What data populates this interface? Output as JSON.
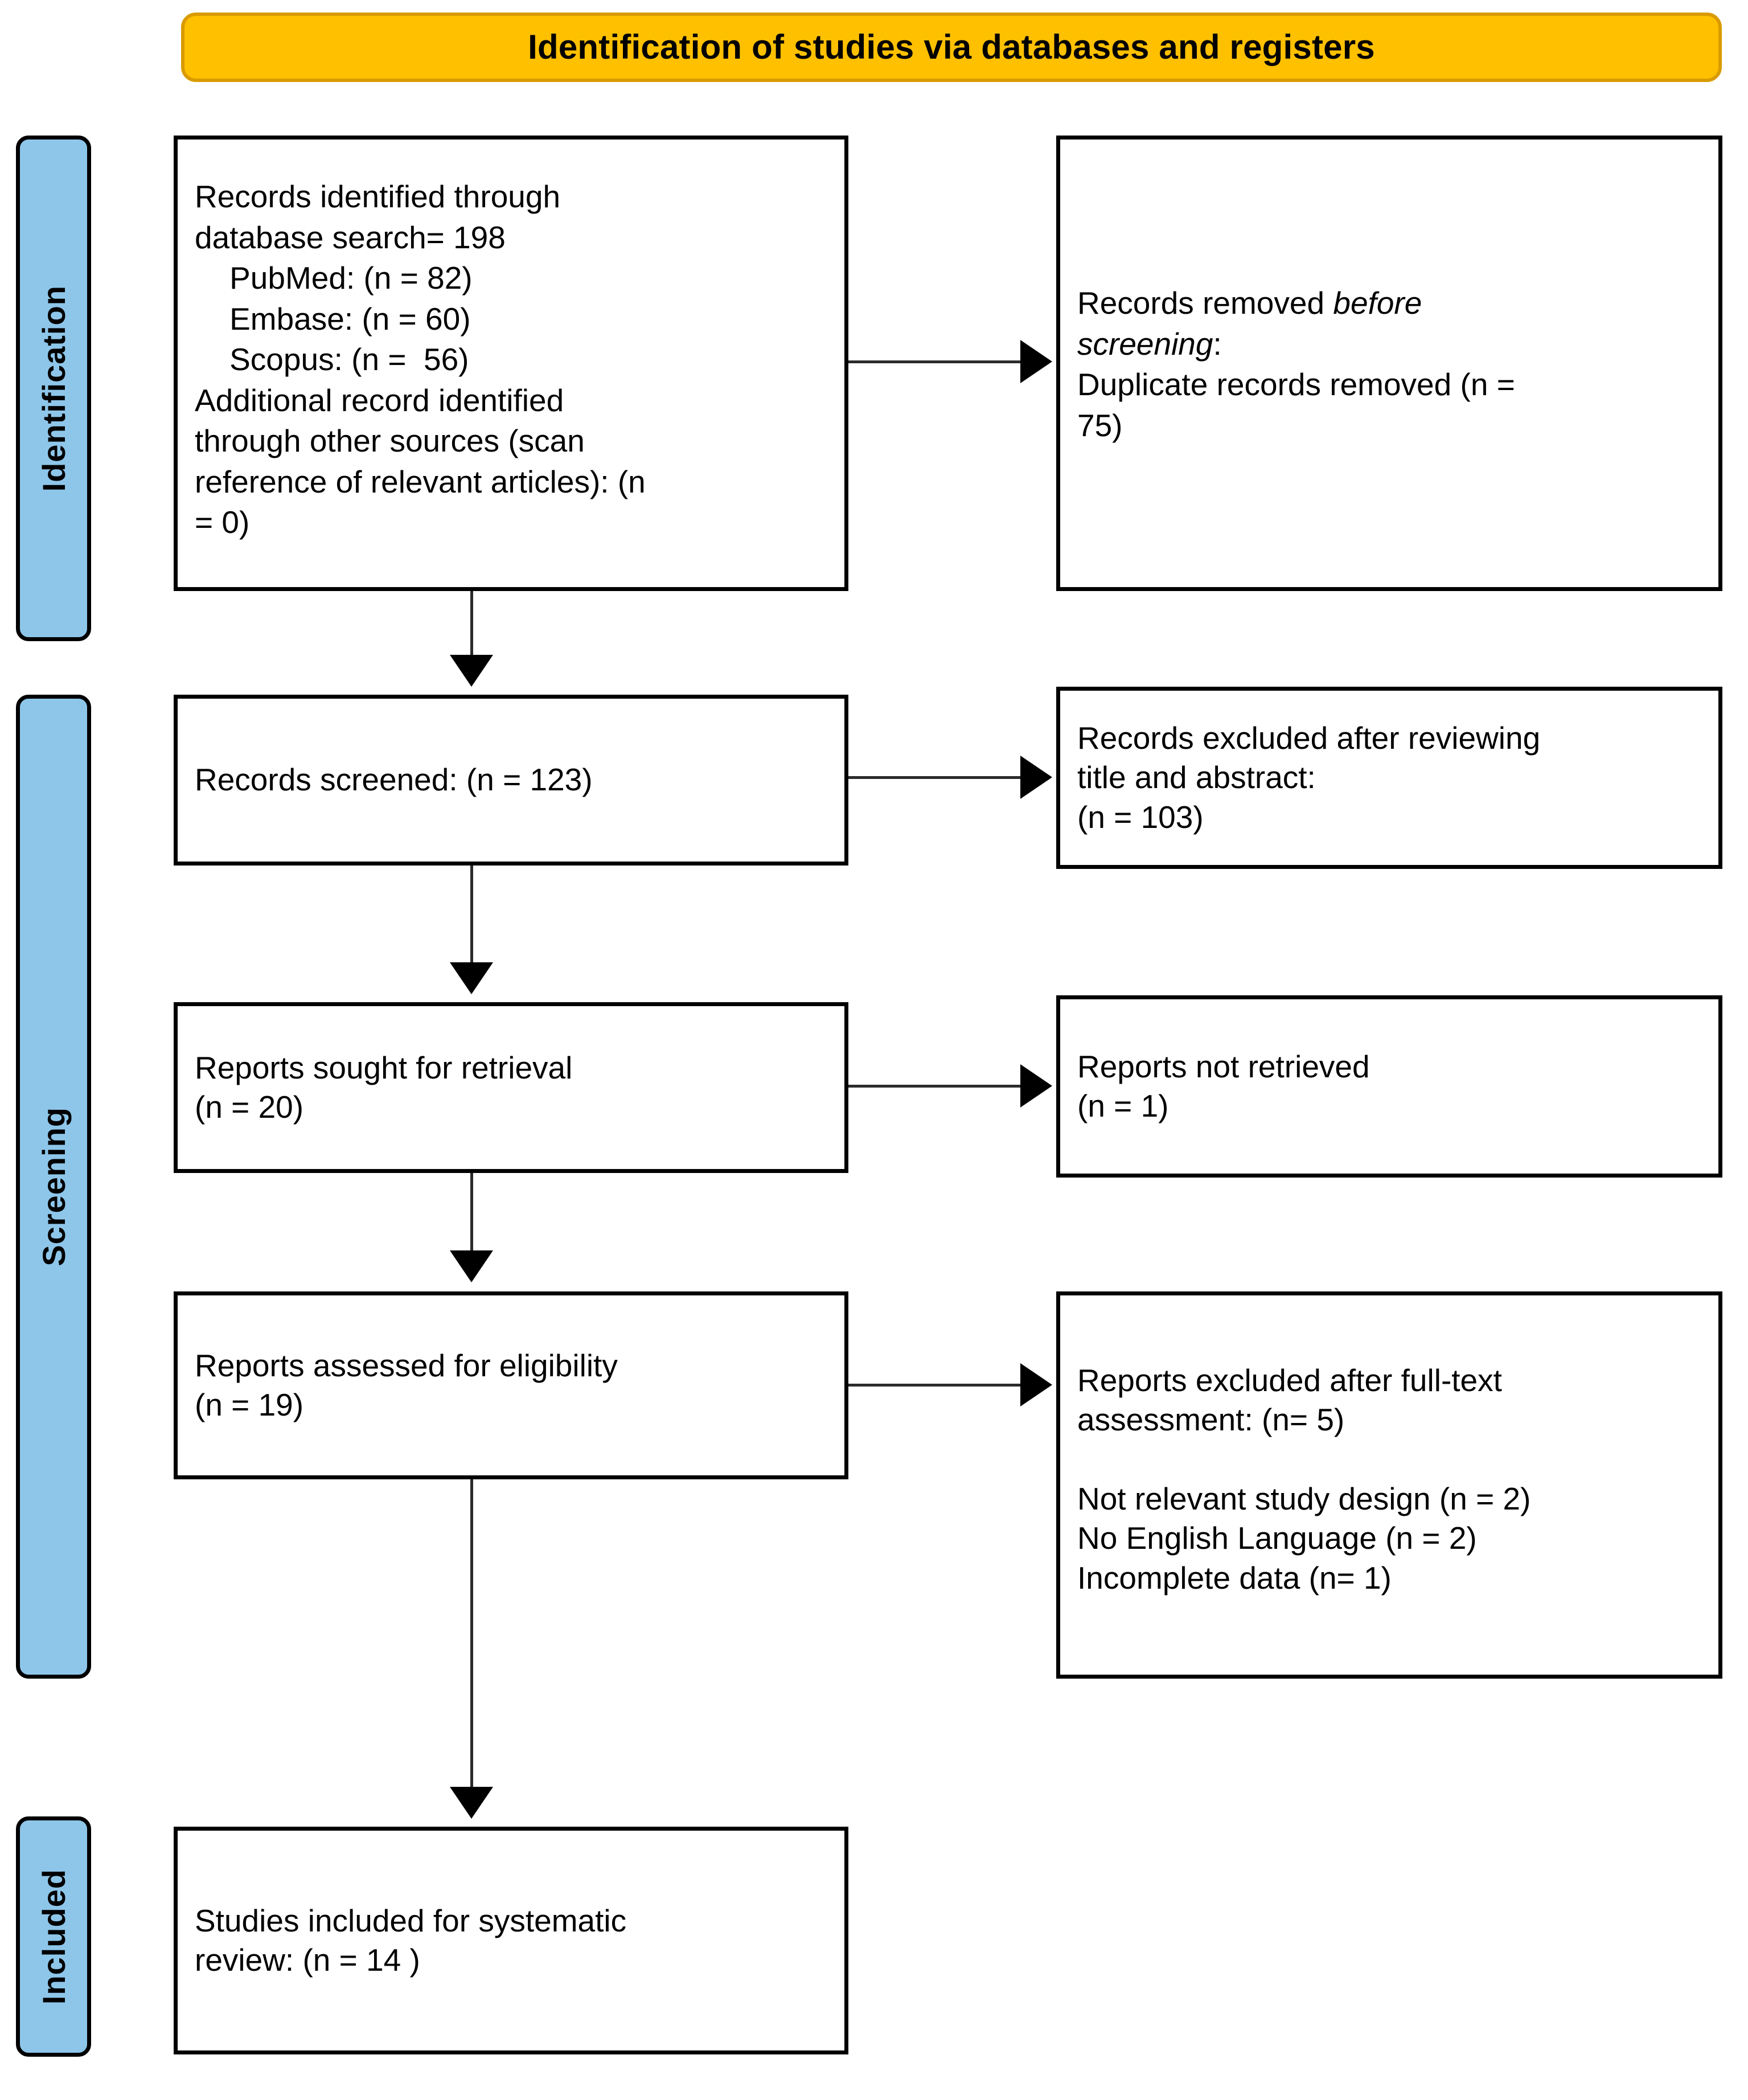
{
  "banner": {
    "title": "Identification of studies via databases and registers",
    "fill_color": "#FFC000",
    "border_color": "#D99B00"
  },
  "stages": {
    "fill_color": "#8EC6EA",
    "items": [
      {
        "id": "identification",
        "label": "Identification"
      },
      {
        "id": "screening",
        "label": "Screening"
      },
      {
        "id": "included",
        "label": "Included"
      }
    ]
  },
  "flow": {
    "identified": {
      "line1": "Records identified through",
      "line2": "database search= 198",
      "line3": "    PubMed: (n = 82)",
      "line4": "    Embase: (n = 60)",
      "line5": "    Scopus: (n =  56)",
      "line6": "Additional record identified",
      "line7": "through other sources (scan",
      "line8": "reference of relevant articles): (n",
      "line9": "= 0)"
    },
    "removed": {
      "line1_a": "Records removed ",
      "line1_b": "before",
      "line2_a": "screening",
      "line2_b": ":",
      "line3": "Duplicate records removed (n =",
      "line4": "75)"
    },
    "screened": {
      "text": "Records screened: (n = 123)"
    },
    "excluded_title_abstract": {
      "line1": "Records excluded after reviewing",
      "line2": "title and abstract:",
      "line3": "(n = 103)"
    },
    "sought": {
      "line1": "Reports sought for retrieval",
      "line2": "(n = 20)"
    },
    "not_retrieved": {
      "line1": "Reports not retrieved",
      "line2": "(n = 1)"
    },
    "assessed": {
      "line1": "Reports assessed for eligibility",
      "line2": "(n = 19)"
    },
    "excluded_fulltext": {
      "line1": "Reports excluded after full-text",
      "line2": "assessment: (n= 5)",
      "line3": "",
      "line4": "Not relevant study design (n = 2)",
      "line5": "No English Language (n = 2)",
      "line6": "Incomplete data (n= 1)"
    },
    "included": {
      "line1": "Studies included for systematic",
      "line2": "review: (n = 14 )"
    }
  }
}
